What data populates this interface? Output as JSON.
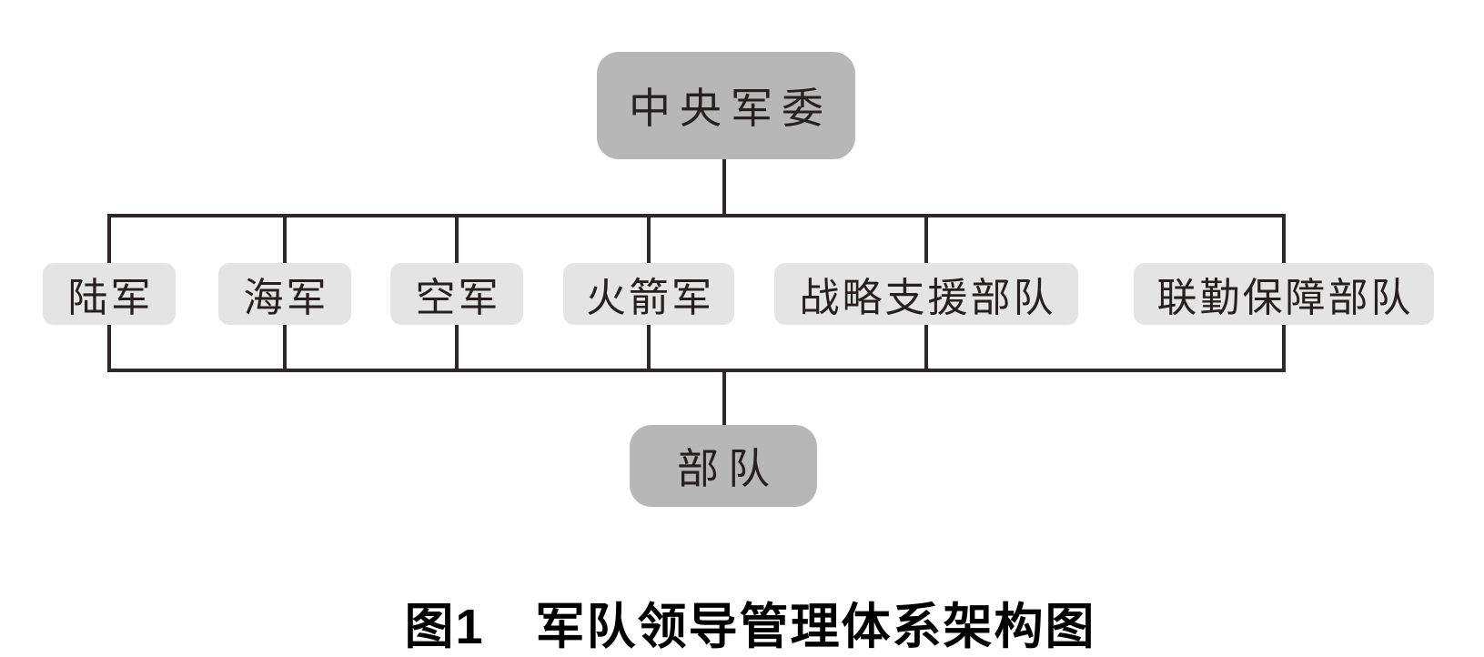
{
  "diagram": {
    "root": {
      "label": "中央军委"
    },
    "branches": [
      {
        "label": "陆军"
      },
      {
        "label": "海军"
      },
      {
        "label": "空军"
      },
      {
        "label": "火箭军"
      },
      {
        "label": "战略支援部队"
      },
      {
        "label": "联勤保障部队"
      }
    ],
    "bottom": {
      "label": "部队"
    },
    "caption": "图1　军队领导管理体系架构图",
    "colors": {
      "major_node_fill": "#b7b7b7",
      "minor_node_fill": "#e4e4e4",
      "line": "#2f2828",
      "node_text": "#262020",
      "caption_text": "#000000"
    }
  }
}
